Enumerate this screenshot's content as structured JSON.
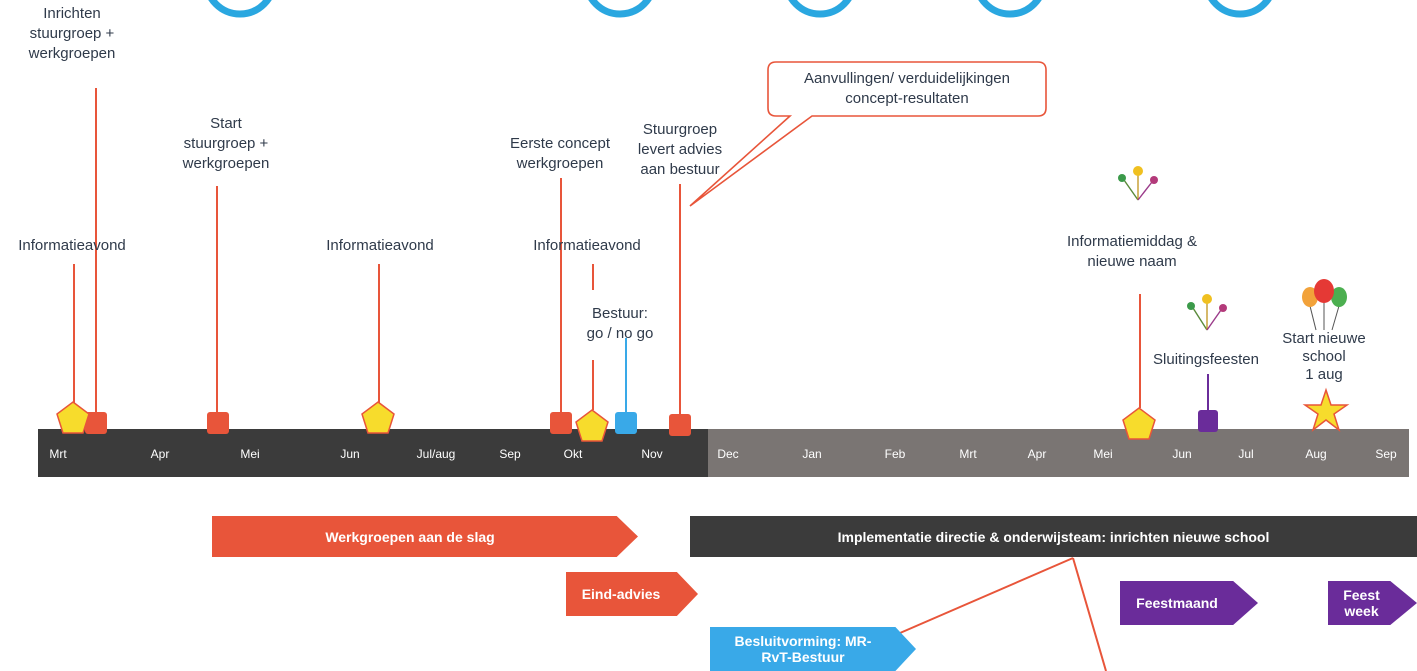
{
  "timeline": {
    "months_dark": [
      "Mrt",
      "Apr",
      "Mei",
      "Jun",
      "Jul/aug",
      "Sep",
      "Okt",
      "Nov"
    ],
    "months_grey": [
      "Dec",
      "Jan",
      "Feb",
      "Mrt",
      "Apr",
      "Mei",
      "Jun",
      "Jul",
      "Aug",
      "Sep"
    ]
  },
  "events": {
    "inrichten": "Inrichten\nstuurgroep +\nwerkgroepen",
    "start_groepen": "Start\nstuurgroep +\nwerkgroepen",
    "info1": "Informatieavond",
    "info2": "Informatieavond",
    "eerste_concept": "Eerste concept\nwerkgroepen",
    "stuurgroep_advies": "Stuurgroep\nlevert advies\naan bestuur",
    "info3": "Informatieavond",
    "bestuur": "Bestuur:\ngo / no go",
    "callout": "Aanvullingen/ verduidelijkingen\nconcept-resultaten",
    "infomiddag": "Informatiemiddag &\nnieuwe naam",
    "sluiting": "Sluitingsfeesten",
    "start_school": "Start nieuwe\nschool\n1 aug"
  },
  "phases": {
    "werkgroepen": "Werkgroepen aan de slag",
    "implementatie": "Implementatie directie & onderwijsteam: inrichten nieuwe school",
    "eind_advies": "Eind-advies",
    "besluitvorming": "Besluitvorming: MR-\nRvT-Bestuur",
    "feestmaand": "Feestmaand",
    "feestweek": "Feest\nweek"
  },
  "colors": {
    "orange": "#e8553a",
    "dark_bar": "#3b3b3b",
    "grey_bar": "#7a7573",
    "yellow": "#f7dc2c",
    "blue": "#39a9e8",
    "purple": "#6a2c9a",
    "bubble_blue": "#2aa7e0"
  }
}
